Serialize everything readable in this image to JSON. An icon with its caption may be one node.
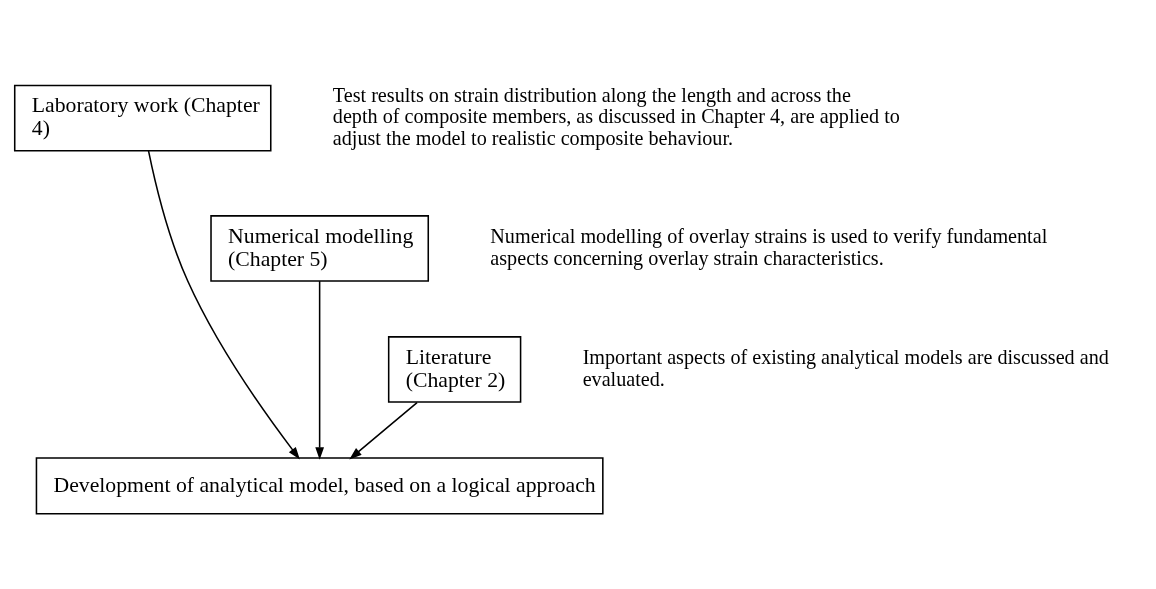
{
  "diagram": {
    "nodes": [
      {
        "text": [
          "Laboratory work (Chapter 4)"
        ],
        "beside": [
          "Test results on strain distribution along the length and across the depth of composite members, as discussed in Chapter 4, are applied to adjust the model to realistic composite behaviour."
        ]
      },
      {
        "text": [
          "Numerical modelling (Chapter 5)"
        ],
        "beside": [
          "Numerical modelling of overlay strains is used to verify fundamental aspects concerning overlay strain characteristics."
        ]
      },
      {
        "text": [
          "Literature (Chapter 2)"
        ],
        "beside": [
          "Important aspects of existing analytical models are discussed and evaluated."
        ]
      },
      {
        "text": [
          "Development of analytical model, based on a logical approach"
        ]
      }
    ],
    "edges": [
      {
        "from": 0,
        "to": 3,
        "arrow": "to"
      },
      {
        "from": 1,
        "to": 3,
        "arrow": "to"
      },
      {
        "from": 2,
        "to": 3,
        "arrow": "to"
      }
    ]
  }
}
